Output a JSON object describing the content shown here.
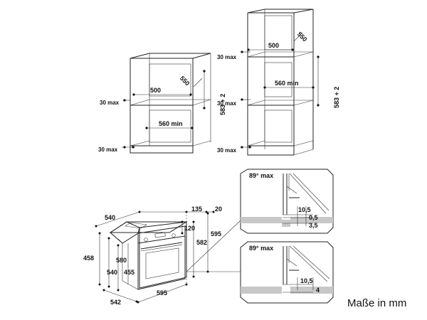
{
  "caption": "Maße in mm",
  "cabinet1": {
    "depth": "550",
    "height": "583 + 2",
    "top_gap": "30 max",
    "width_top": "500",
    "width_bottom": "560 min",
    "bottom_gap": "30 max"
  },
  "cabinet2": {
    "depth": "550",
    "height": "583 + 2",
    "top_gap": "30 max",
    "width_top": "500",
    "width_mid": "560 min",
    "mid_gap": "30 max",
    "bottom_gap": "30 max"
  },
  "oven": {
    "d540_top": "540",
    "d135": "135",
    "d20": "20",
    "d120": "120",
    "d595_right": "595",
    "d582": "582",
    "d580": "580",
    "d458": "458",
    "d540_left": "540",
    "d455": "455",
    "d542": "542",
    "d595_bottom": "595"
  },
  "detail1": {
    "angle": "89° max",
    "d10_5": "10,5",
    "d0_5": "0,5",
    "d3_5": "3,5"
  },
  "detail2": {
    "angle": "89° max",
    "d10_5": "10,5",
    "d4": "4"
  }
}
